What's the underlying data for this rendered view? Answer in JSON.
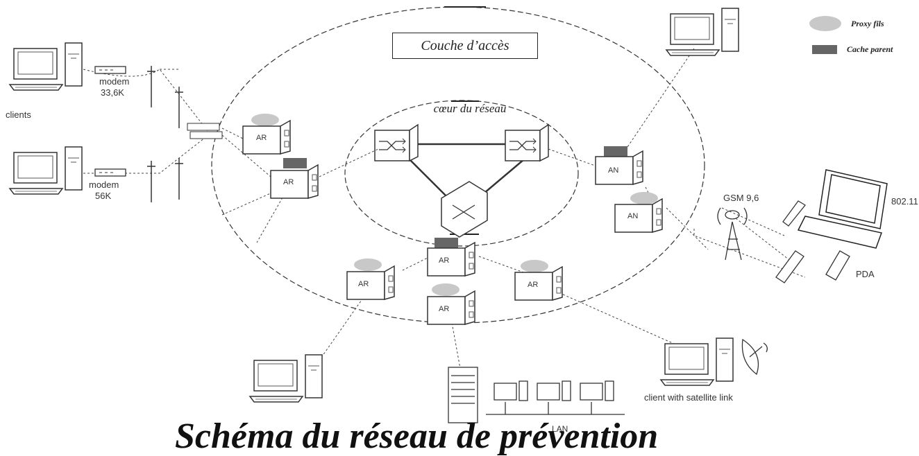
{
  "title": "Schéma du réseau de prévention",
  "legend": {
    "proxy_label": "Proxy fils",
    "cache_label": "Cache parent"
  },
  "labels": {
    "access_layer": "Couche d’accès",
    "core": "cœur du réseau",
    "clients": "clients",
    "modem1": "modem",
    "modem1_speed": "33,6K",
    "modem2": "modem",
    "modem2_speed": "56K",
    "gsm": "GSM 9,6",
    "wifi": "802.11",
    "pda": "PDA",
    "satellite_client": "client with satellite link",
    "lan": "LAN",
    "access_router": "AR",
    "access_node": "AN"
  },
  "colors": {
    "proxy": "#c8c8c8",
    "cache": "#666666",
    "line": "#444444"
  }
}
